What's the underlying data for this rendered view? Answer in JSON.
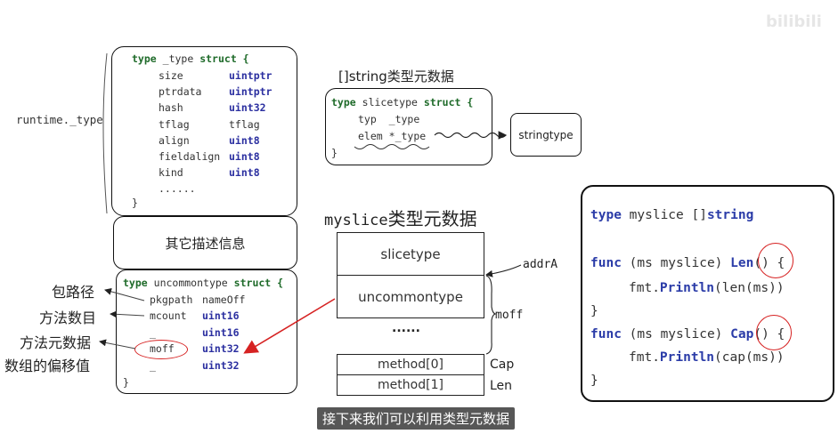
{
  "watermark": "bilibili",
  "runtime_label": "runtime._type",
  "type_struct": {
    "header_kw": "type",
    "header_name": "_type",
    "header_struct": "struct {",
    "fields": [
      {
        "name": "size",
        "type": "uintptr",
        "highlight": true
      },
      {
        "name": "ptrdata",
        "type": "uintptr",
        "highlight": true
      },
      {
        "name": "hash",
        "type": "uint32",
        "highlight": true
      },
      {
        "name": "tflag",
        "type": "tflag",
        "highlight": false
      },
      {
        "name": "align",
        "type": "uint8",
        "highlight": true
      },
      {
        "name": "fieldalign",
        "type": "uint8",
        "highlight": true
      },
      {
        "name": "kind",
        "type": "uint8",
        "highlight": true
      },
      {
        "name": "......",
        "type": "",
        "highlight": false
      }
    ],
    "closing": "}"
  },
  "other_info_label": "其它描述信息",
  "uncommon": {
    "header_kw": "type",
    "header_name": "uncommontype",
    "header_struct": "struct {",
    "fields": [
      {
        "name": "pkgpath",
        "type": "nameOff",
        "highlight": false
      },
      {
        "name": "mcount",
        "type": "uint16",
        "highlight": true
      },
      {
        "name": "_",
        "type": "uint16",
        "highlight": true
      },
      {
        "name": "moff",
        "type": "uint32",
        "highlight": true
      },
      {
        "name": "_",
        "type": "uint32",
        "highlight": true
      }
    ],
    "closing": "}"
  },
  "left_labels": {
    "pkg_path": "包路径",
    "method_count": "方法数目",
    "method_meta_1": "方法元数据",
    "method_meta_2": "数组的偏移值"
  },
  "slice_meta": {
    "title": "[]string类型元数据",
    "header_kw": "type",
    "header_name": "slicetype",
    "header_struct": "struct {",
    "fields": [
      {
        "name": "typ",
        "type": "_type"
      },
      {
        "name": "elem",
        "type": "*_type"
      }
    ],
    "closing": "}",
    "target": "stringtype"
  },
  "myslice_meta": {
    "title_prefix": "myslice",
    "title_suffix": "类型元数据",
    "cells": [
      "slicetype",
      "uncommontype",
      "......"
    ],
    "methods": [
      {
        "cell": "method[0]",
        "label": "Cap"
      },
      {
        "cell": "method[1]",
        "label": "Len"
      }
    ],
    "addr_label": "addrA",
    "moff_label": "moff"
  },
  "code_panel": {
    "line1_kw": "type",
    "line1_rest": " myslice []",
    "line1_type": "string",
    "func1": {
      "kw": "func",
      "recv": " (ms myslice) ",
      "name": "Len",
      "sig": "() {",
      "body_pre": "fmt.",
      "body_fn": "Println",
      "body_arg": "(len(ms))",
      "close": "}"
    },
    "func2": {
      "kw": "func",
      "recv": " (ms myslice) ",
      "name": "Cap",
      "sig": "() {",
      "body_pre": "fmt.",
      "body_fn": "Println",
      "body_arg": "(cap(ms))",
      "close": "}"
    }
  },
  "subtitle": "接下来我们可以利用类型元数据",
  "colors": {
    "keyword": "#1f6b2a",
    "type": "#2b2fa0",
    "circle": "#d62222",
    "arrow": "#d62222"
  }
}
